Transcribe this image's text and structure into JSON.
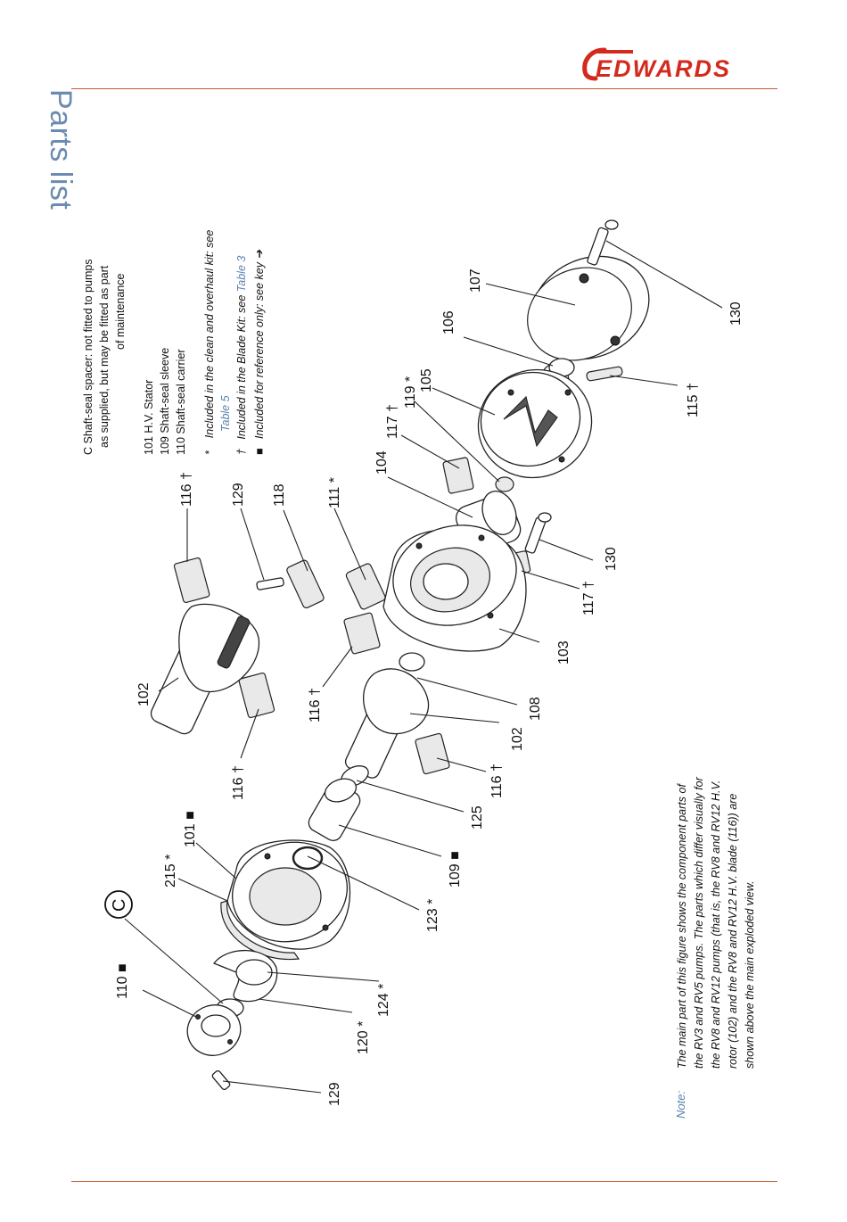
{
  "brand": {
    "name": "EDWARDS",
    "color": "#d42a1e"
  },
  "page": {
    "section_title": "Parts list",
    "rule_color": "#c9582e"
  },
  "key": {
    "c_lines": [
      "C   Shaft-seal spacer: not fitted to pumps",
      "as supplied, but may be fitted as part",
      "of maintenance"
    ],
    "parts": [
      "101 H.V. Stator",
      "109 Shaft-seal sleeve",
      "110 Shaft-seal carrier"
    ],
    "legend": {
      "star_symbol": "*",
      "star_text": "Included in the clean and overhaul kit: see",
      "star_ref": "Table 5",
      "dagger_symbol": "†",
      "dagger_text": "Included in the Blade Kit: see",
      "dagger_ref": "Table 3",
      "square_symbol": "■",
      "square_text": "Included for reference only: see key",
      "arrow": "➔"
    }
  },
  "note": {
    "label": "Note:",
    "lines": [
      "The main part of this figure shows the component parts of",
      "the RV3 and RV5 pumps. The parts which differ visually for",
      "the RV8 and RV12 pumps (that is, the RV8 and RV12 H.V.",
      "rotor (102) and the RV8 and RV12 H.V. blade (116)) are",
      "shown above the main exploded view."
    ]
  },
  "figure": {
    "callouts": [
      "130",
      "107",
      "115 †",
      "106",
      "105",
      "119 *",
      "117 †",
      "104",
      "130",
      "117 †",
      "103",
      "111 *",
      "118",
      "129",
      "116 †",
      "102",
      "116 †",
      "108",
      "102",
      "116 †",
      "116 †",
      "125",
      "109 ■",
      "123 *",
      "101 ■",
      "215 *",
      "124 *",
      "120 *",
      "C",
      "110 ■",
      "129"
    ]
  }
}
